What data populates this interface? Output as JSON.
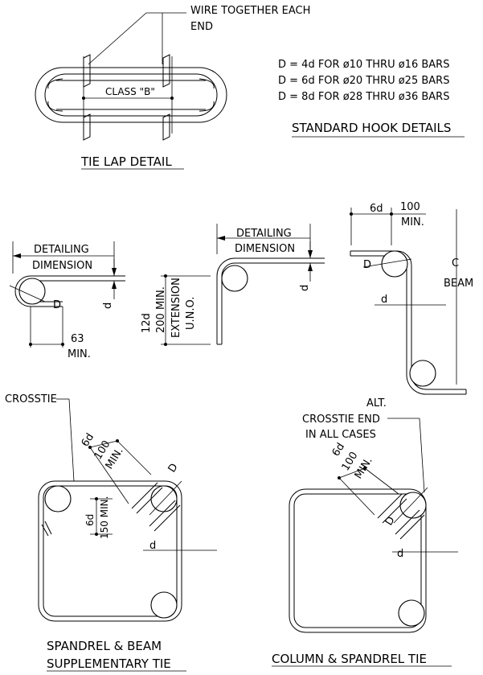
{
  "tie_lap": {
    "callout_line1": "WIRE TOGETHER EACH",
    "callout_line2": "END",
    "splice_label": "CLASS \"B\"",
    "title": "TIE LAP DETAIL"
  },
  "hook_table": {
    "rows": [
      "D = 4d FOR ø10 THRU ø16 BARS",
      "D = 6d FOR ø20 THRU ø25 BARS",
      "D = 8d FOR ø28 THRU ø36 BARS"
    ],
    "title": "STANDARD HOOK DETAILS"
  },
  "hook_180": {
    "label_line1": "DETAILING",
    "label_line2": "DIMENSION",
    "d_label": "d",
    "D_label": "D",
    "ext_value": "63",
    "ext_unit": "MIN."
  },
  "hook_90": {
    "label_line1": "DETAILING",
    "label_line2": "DIMENSION",
    "d_label": "d",
    "ext_line1": "12d",
    "ext_line2": "200 MIN.",
    "ext_line3": "EXTENSION",
    "ext_line4": "U.N.O."
  },
  "hook_135": {
    "dim_6d": "6d",
    "dim_100": "100",
    "dim_min": "MIN.",
    "D_label": "D",
    "d_label": "d",
    "cl_symbol": "C",
    "beam_label": "BEAM"
  },
  "spandrel_tie": {
    "crosstie_label": "CROSSTIE",
    "dim_6d": "6d",
    "dim_100": "100",
    "dim_min": "MIN.",
    "side_6d": "6d",
    "side_150": "150 MIN.",
    "D_label": "D",
    "d_label": "d",
    "title_line1": "SPANDREL & BEAM",
    "title_line2": "SUPPLEMENTARY TIE"
  },
  "column_tie": {
    "alt_line1": "ALT.",
    "alt_line2": "CROSSTIE END",
    "alt_line3": "IN ALL CASES",
    "dim_6d": "6d",
    "dim_100": "100",
    "dim_min": "MIN.",
    "D_label": "D",
    "d_label": "d",
    "title": "COLUMN & SPANDREL TIE"
  }
}
